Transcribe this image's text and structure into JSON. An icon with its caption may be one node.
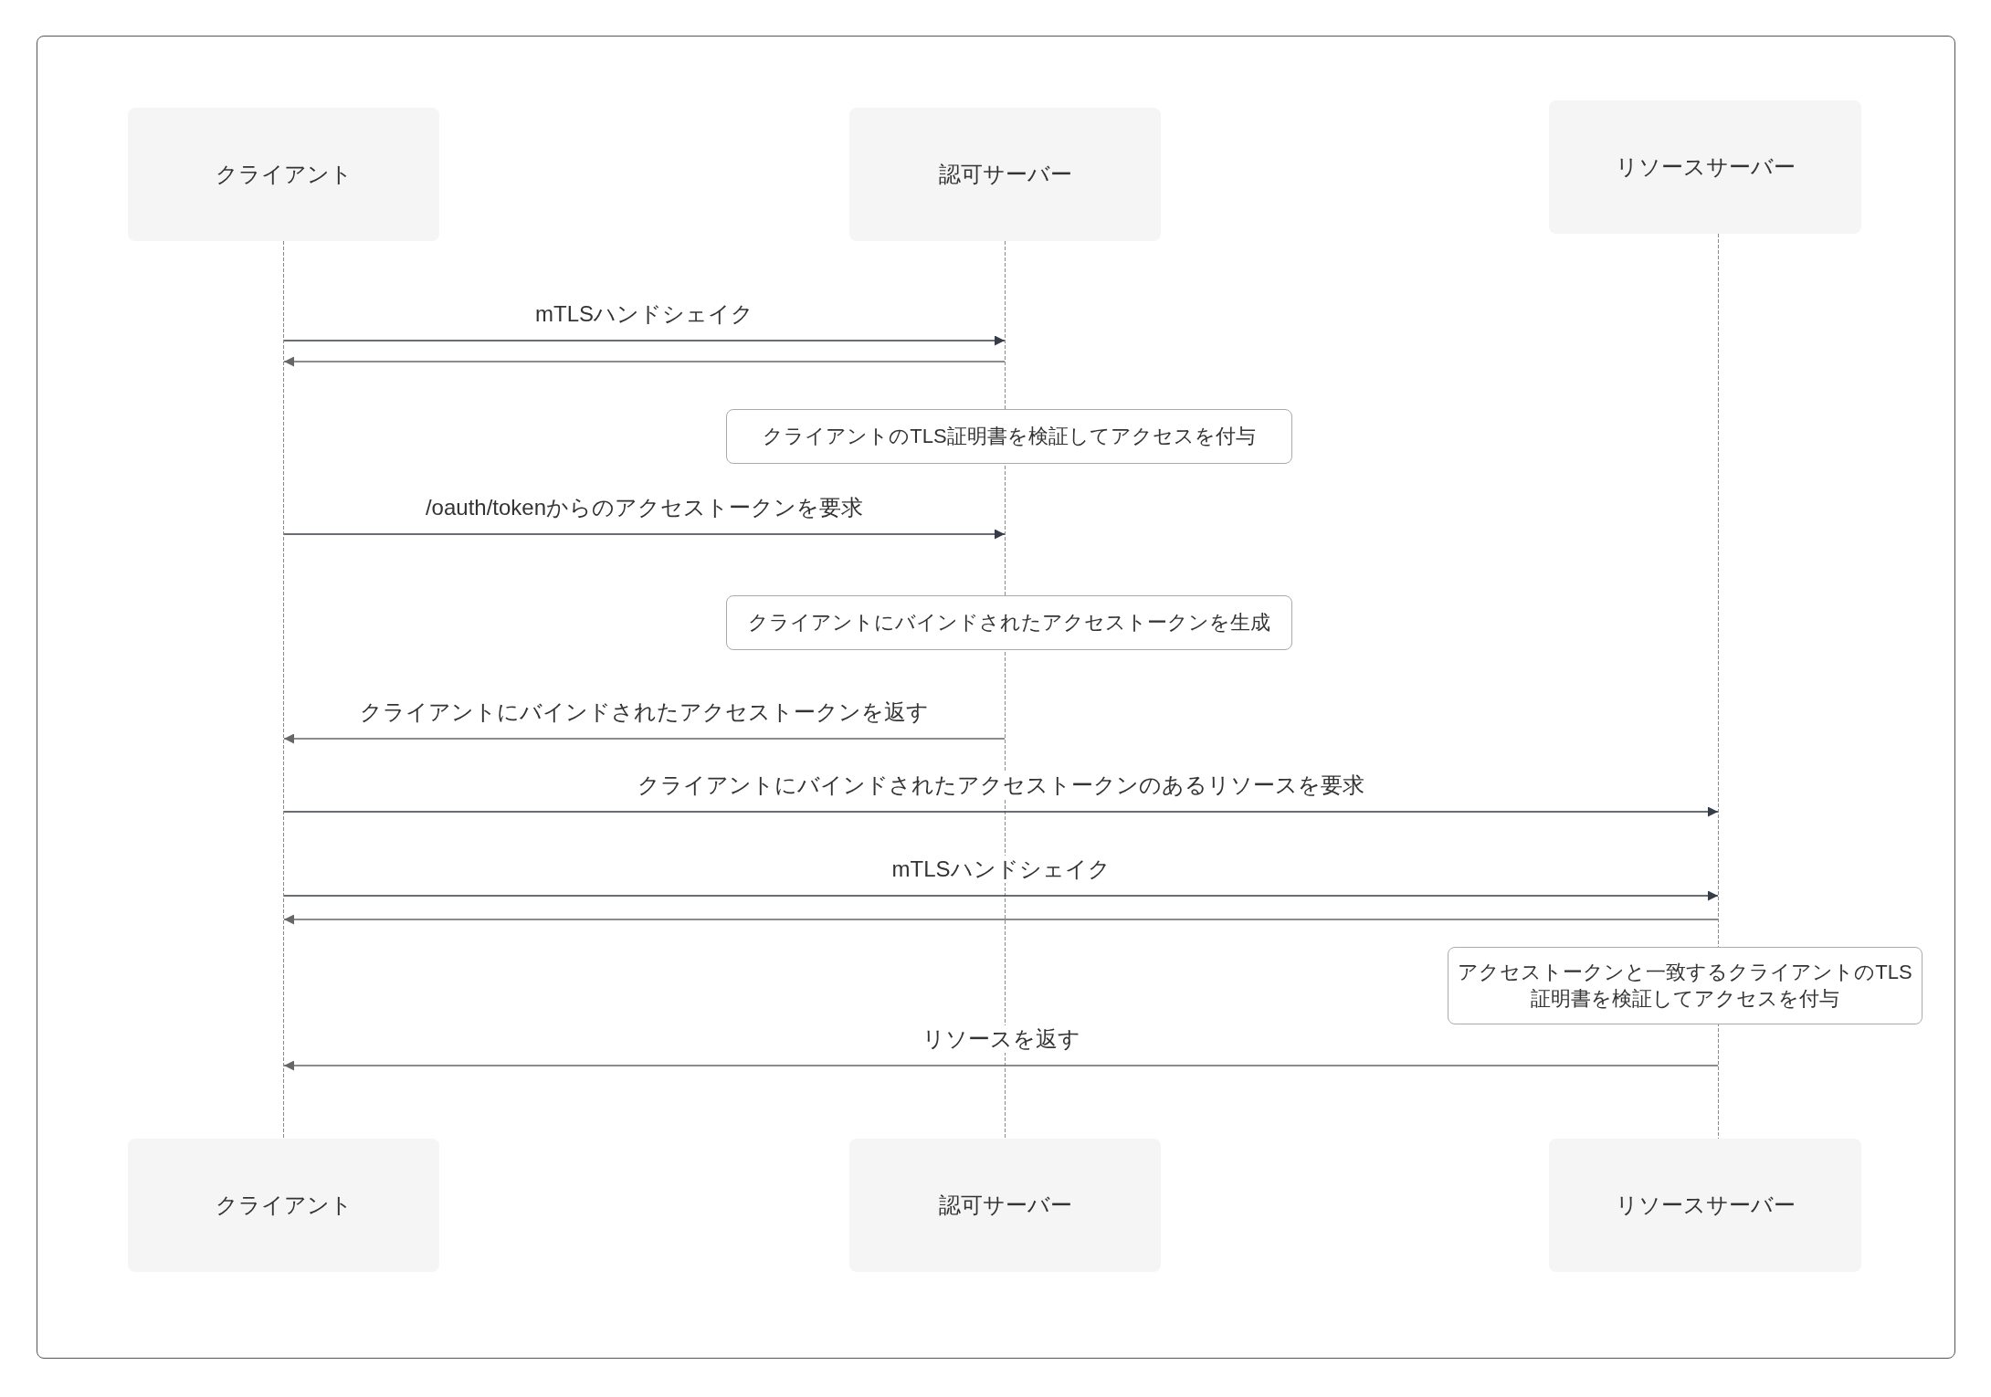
{
  "diagram": {
    "nodes": [
      {
        "text": [
          "クライアント"
        ]
      },
      {
        "text": [
          "認可サーバー"
        ]
      },
      {
        "text": [
          "リソースサーバー"
        ]
      },
      {
        "text": [],
        "shape": "line"
      },
      {
        "text": [],
        "shape": "line"
      },
      {
        "text": [],
        "shape": "line"
      },
      {
        "text": [
          "クライアントのTLS証明書を検証してアクセスを付与"
        ]
      },
      {
        "text": [
          "クライアントにバインドされたアクセストークンを生成"
        ]
      },
      {
        "text": [
          "アクセストークンと一致するクライアントのTLS証明書を検証してアクセスを付与"
        ]
      },
      {
        "text": [
          "クライアント"
        ]
      },
      {
        "text": [
          "認可サーバー"
        ]
      },
      {
        "text": [
          "リソースサーバー"
        ]
      }
    ],
    "edges": [
      {
        "from": 3,
        "to": 4,
        "arrow": "to",
        "label": "mTLSハンドシェイク"
      },
      {
        "from": 4,
        "to": 3,
        "arrow": "to",
        "color": "#666666"
      },
      {
        "from": 3,
        "to": 4,
        "arrow": "to",
        "label": "/oauth/tokenからのアクセストークンを要求"
      },
      {
        "from": 4,
        "to": 3,
        "arrow": "to",
        "label": "クライアントにバインドされたアクセストークンを返す",
        "color": "#666666"
      },
      {
        "from": 3,
        "to": 5,
        "arrow": "to",
        "label": "クライアントにバインドされたアクセストークンのあるリソースを要求"
      },
      {
        "from": 3,
        "to": 5,
        "arrow": "to",
        "label": "mTLSハンドシェイク"
      },
      {
        "from": 5,
        "to": 3,
        "arrow": "to",
        "color": "#666666"
      },
      {
        "from": 5,
        "to": 3,
        "arrow": "to",
        "label": "リソースを返す",
        "color": "#666666"
      }
    ]
  }
}
